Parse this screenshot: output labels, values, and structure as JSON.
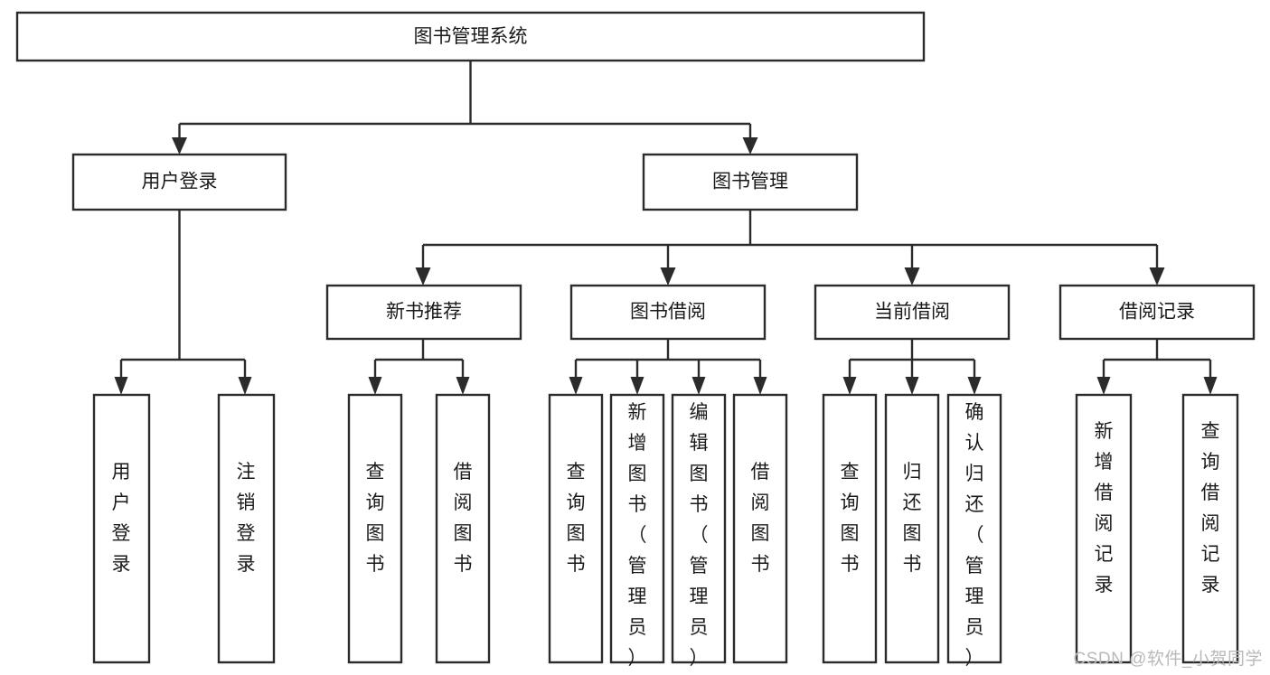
{
  "diagram": {
    "type": "tree-hierarchy",
    "orientation": "top-down",
    "title": "图书管理系统",
    "background_color": "#ffffff",
    "line_color": "#2b2b2b",
    "box_fill": "#ffffff",
    "text_color": "#1a1a1a"
  },
  "root": {
    "label": "图书管理系统"
  },
  "level2": [
    {
      "label": "用户登录"
    },
    {
      "label": "图书管理"
    }
  ],
  "level3": [
    {
      "label": "新书推荐"
    },
    {
      "label": "图书借阅"
    },
    {
      "label": "当前借阅"
    },
    {
      "label": "借阅记录"
    }
  ],
  "leaves": {
    "user_login": [
      {
        "label": "用户登录"
      },
      {
        "label": "注销登录"
      }
    ],
    "new_book_recommend": [
      {
        "label": "查询图书"
      },
      {
        "label": "借阅图书"
      }
    ],
    "book_borrow": [
      {
        "label": "查询图书"
      },
      {
        "label": "新增图书（管理员）"
      },
      {
        "label": "编辑图书（管理员）"
      },
      {
        "label": "借阅图书"
      }
    ],
    "current_borrow": [
      {
        "label": "查询图书"
      },
      {
        "label": "归还图书"
      },
      {
        "label": "确认归还（管理员）"
      }
    ],
    "borrow_record": [
      {
        "label": "新增借阅记录"
      },
      {
        "label": "查询借阅记录"
      }
    ]
  },
  "watermark": {
    "text": "CSDN @软件_小贺同学"
  }
}
